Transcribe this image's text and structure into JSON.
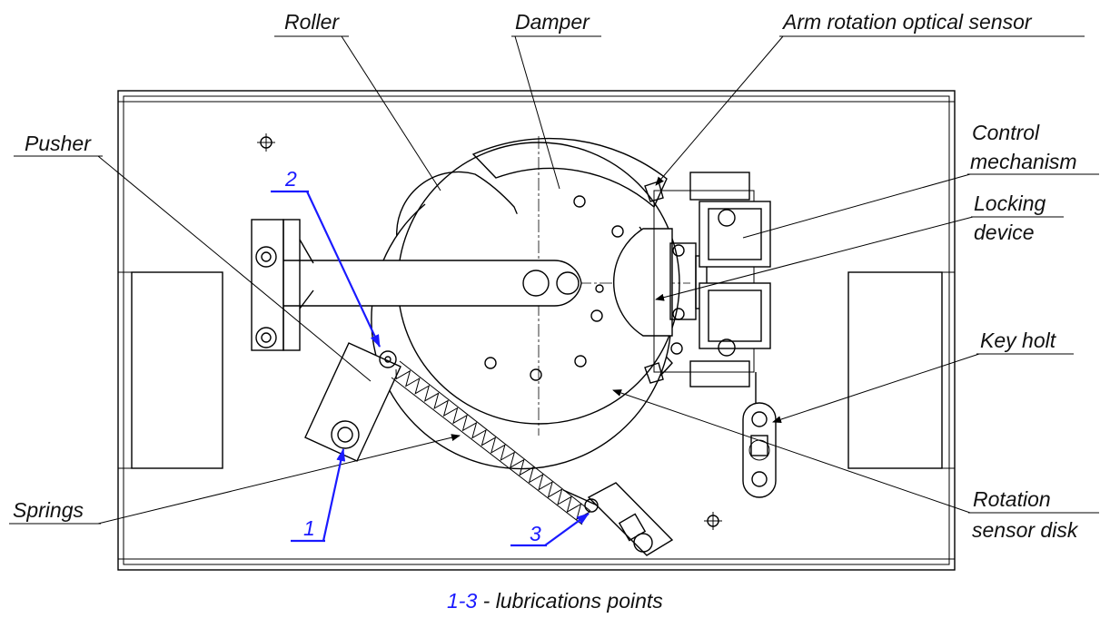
{
  "labels": {
    "roller": "Roller",
    "damper": "Damper",
    "arm_sensor": "Arm rotation optical sensor",
    "pusher": "Pusher",
    "control_1": "Control",
    "control_2": "mechanism",
    "locking_1": "Locking",
    "locking_2": "device",
    "key_holt": "Key holt",
    "springs": "Springs",
    "rotation_1": "Rotation",
    "rotation_2": "sensor disk"
  },
  "points": {
    "p1": "1",
    "p2": "2",
    "p3": "3"
  },
  "caption": {
    "range": "1-3",
    "text": " - lubrications points"
  },
  "colors": {
    "ink": "#000000",
    "accent": "#1a1aff"
  }
}
